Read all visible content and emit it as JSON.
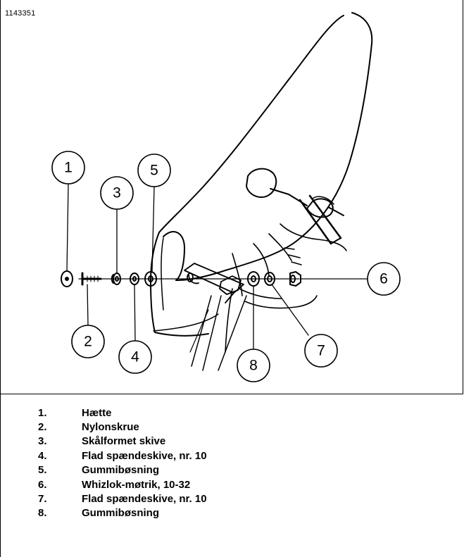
{
  "figure_id": "1143351",
  "callouts": [
    "1",
    "2",
    "3",
    "4",
    "5",
    "6",
    "7",
    "8"
  ],
  "legend": [
    {
      "num": "1.",
      "label": "Hætte"
    },
    {
      "num": "2.",
      "label": "Nylonskrue"
    },
    {
      "num": "3.",
      "label": "Skålformet skive"
    },
    {
      "num": "4.",
      "label": "Flad spændeskive, nr. 10"
    },
    {
      "num": "5.",
      "label": "Gummibøsning"
    },
    {
      "num": "6.",
      "label": "Whizlok-møtrik, 10-32"
    },
    {
      "num": "7.",
      "label": "Flad spændeskive, nr. 10"
    },
    {
      "num": "8.",
      "label": "Gummibøsning"
    }
  ]
}
